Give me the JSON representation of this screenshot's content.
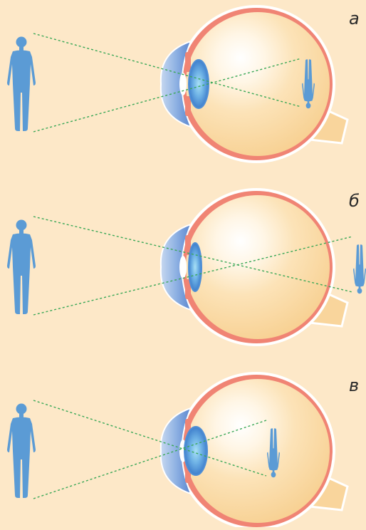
{
  "colors": {
    "background": "#fde8c8",
    "figure": "#5b9bd5",
    "ray": "#3aa857",
    "sclera_outline": "#f08474",
    "eye_body": "#f9d59c",
    "lens": "#4f8fd6",
    "cornea": "#7aa6dc"
  },
  "panels": [
    {
      "label": "а",
      "lens_shape": "normal",
      "image_position": "on-retina"
    },
    {
      "label": "б",
      "lens_shape": "thin",
      "image_position": "behind-retina"
    },
    {
      "label": "в",
      "lens_shape": "thick",
      "image_position": "in-front-of-retina"
    }
  ],
  "icons": {
    "object": "standing-person-icon",
    "image": "inverted-person-icon"
  }
}
